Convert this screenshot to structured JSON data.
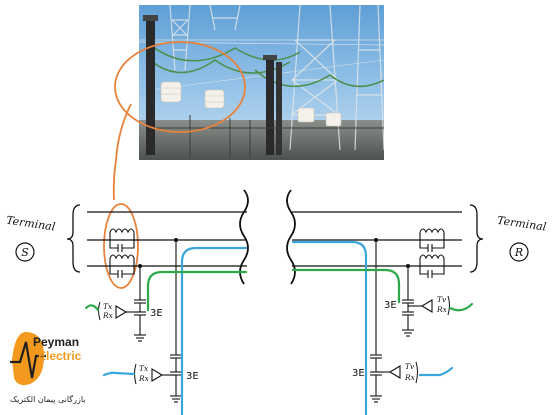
{
  "photo": {
    "subject": "substation-line-traps-photo"
  },
  "terminals": {
    "left": {
      "word": "Terminal",
      "letter": "S"
    },
    "right": {
      "word": "Terminal",
      "letter": "R"
    }
  },
  "transceivers": {
    "tx": "Tx",
    "rx": "Rx",
    "tx_alt": "Tv",
    "rx_alt": "Rx"
  },
  "coupling_symbol": "3E",
  "logo": {
    "line1": "Peyman",
    "line2": "Electric",
    "tagline": "بازرگانی پیمان الکتریک"
  },
  "colors": {
    "highlight": "#e8813a",
    "channel_a": "#3aa6dd",
    "channel_b": "#2fa84a",
    "ink": "#111111",
    "logo_orange": "#f39a1e",
    "logo_dark": "#1f1f1f"
  }
}
